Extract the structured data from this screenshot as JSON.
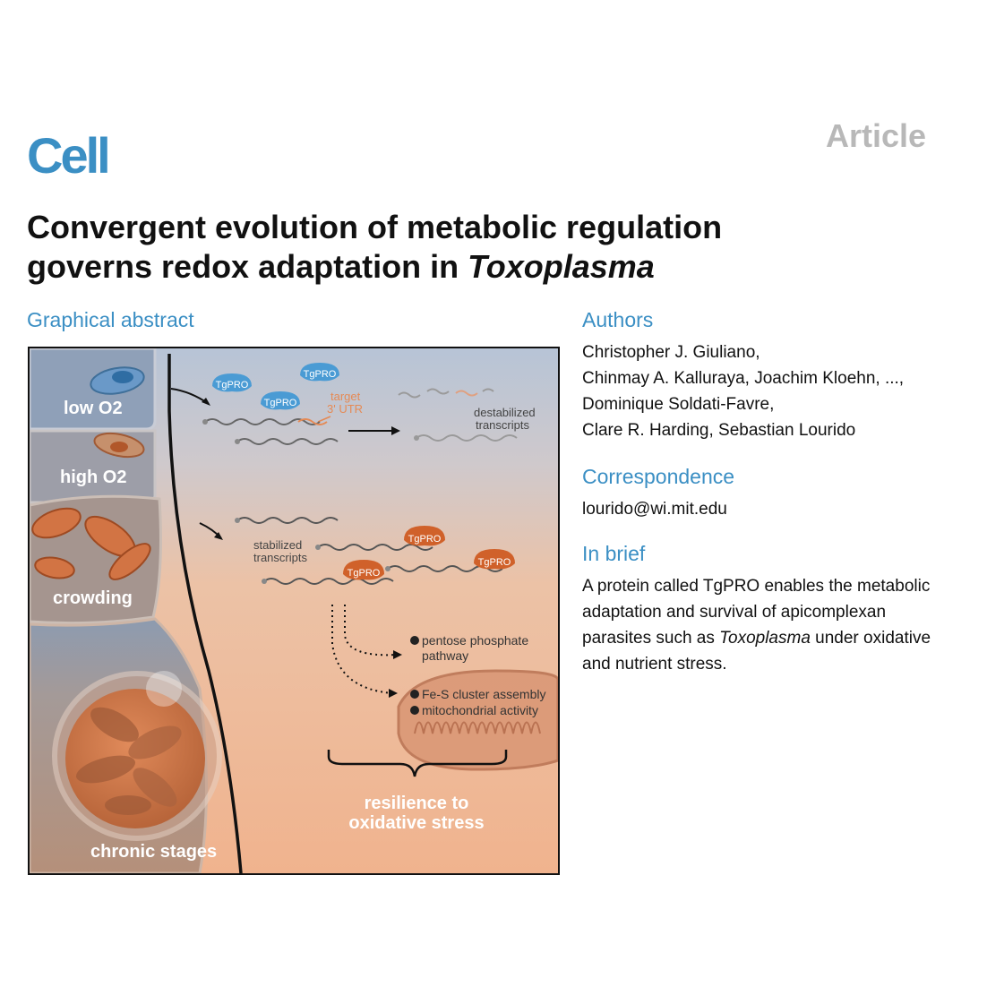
{
  "header": {
    "journal": "Cell",
    "article_type": "Article"
  },
  "title": {
    "line1": "Convergent evolution of metabolic regulation",
    "line2_prefix": "governs redox adaptation in ",
    "line2_italic": "Toxoplasma"
  },
  "graphical_abstract": {
    "heading": "Graphical abstract",
    "stages": {
      "low_o2": "low O2",
      "high_o2": "high O2",
      "crowding": "crowding",
      "chronic": "chronic stages"
    },
    "protein_label": "TgPRO",
    "target_label_1": "target",
    "target_label_2": "3' UTR",
    "destabilized_1": "destabilized",
    "destabilized_2": "transcripts",
    "stabilized_1": "stabilized",
    "stabilized_2": "transcripts",
    "pathway_1a": "pentose phosphate",
    "pathway_1b": "pathway",
    "pathway_2": "Fe-S cluster assembly",
    "pathway_3": "mitochondrial activity",
    "outcome_1": "resilience to",
    "outcome_2": "oxidative stress",
    "colors": {
      "blue_protein": "#4a9bd4",
      "orange_protein": "#d0612a",
      "bg_top": "#b7c4d6",
      "bg_bottom": "#f0b38e"
    }
  },
  "authors": {
    "heading": "Authors",
    "lines": [
      "Christopher J. Giuliano,",
      "Chinmay A. Kalluraya, Joachim Kloehn, ...,",
      "Dominique Soldati-Favre,",
      "Clare R. Harding, Sebastian Lourido"
    ]
  },
  "correspondence": {
    "heading": "Correspondence",
    "email": "lourido@wi.mit.edu"
  },
  "in_brief": {
    "heading": "In brief",
    "text_part1": "A protein called TgPRO enables the metabolic adaptation and survival of apicomplexan parasites such as ",
    "text_italic": "Toxoplasma",
    "text_part2": " under oxidative and nutrient stress."
  }
}
